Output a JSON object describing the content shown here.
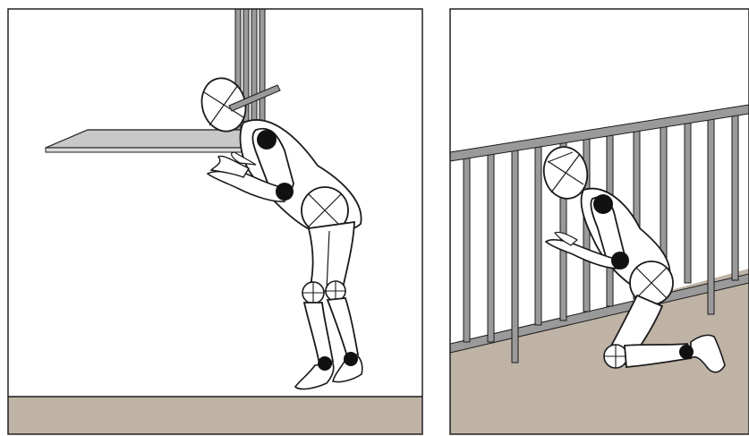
{
  "figure": {
    "panels": [
      {
        "id": "left",
        "scene": "standing-figure-bent-over-under-shelf"
      },
      {
        "id": "right",
        "scene": "kneeling-figure-at-railing"
      }
    ],
    "colors": {
      "floor": "#bfb3a5",
      "outline": "#1a1a1a",
      "body_fill": "#ffffff",
      "joint": "#111111",
      "shelf": "#c8c8c8",
      "bar": "#9a9a9a",
      "panel_border": "#222222"
    }
  }
}
